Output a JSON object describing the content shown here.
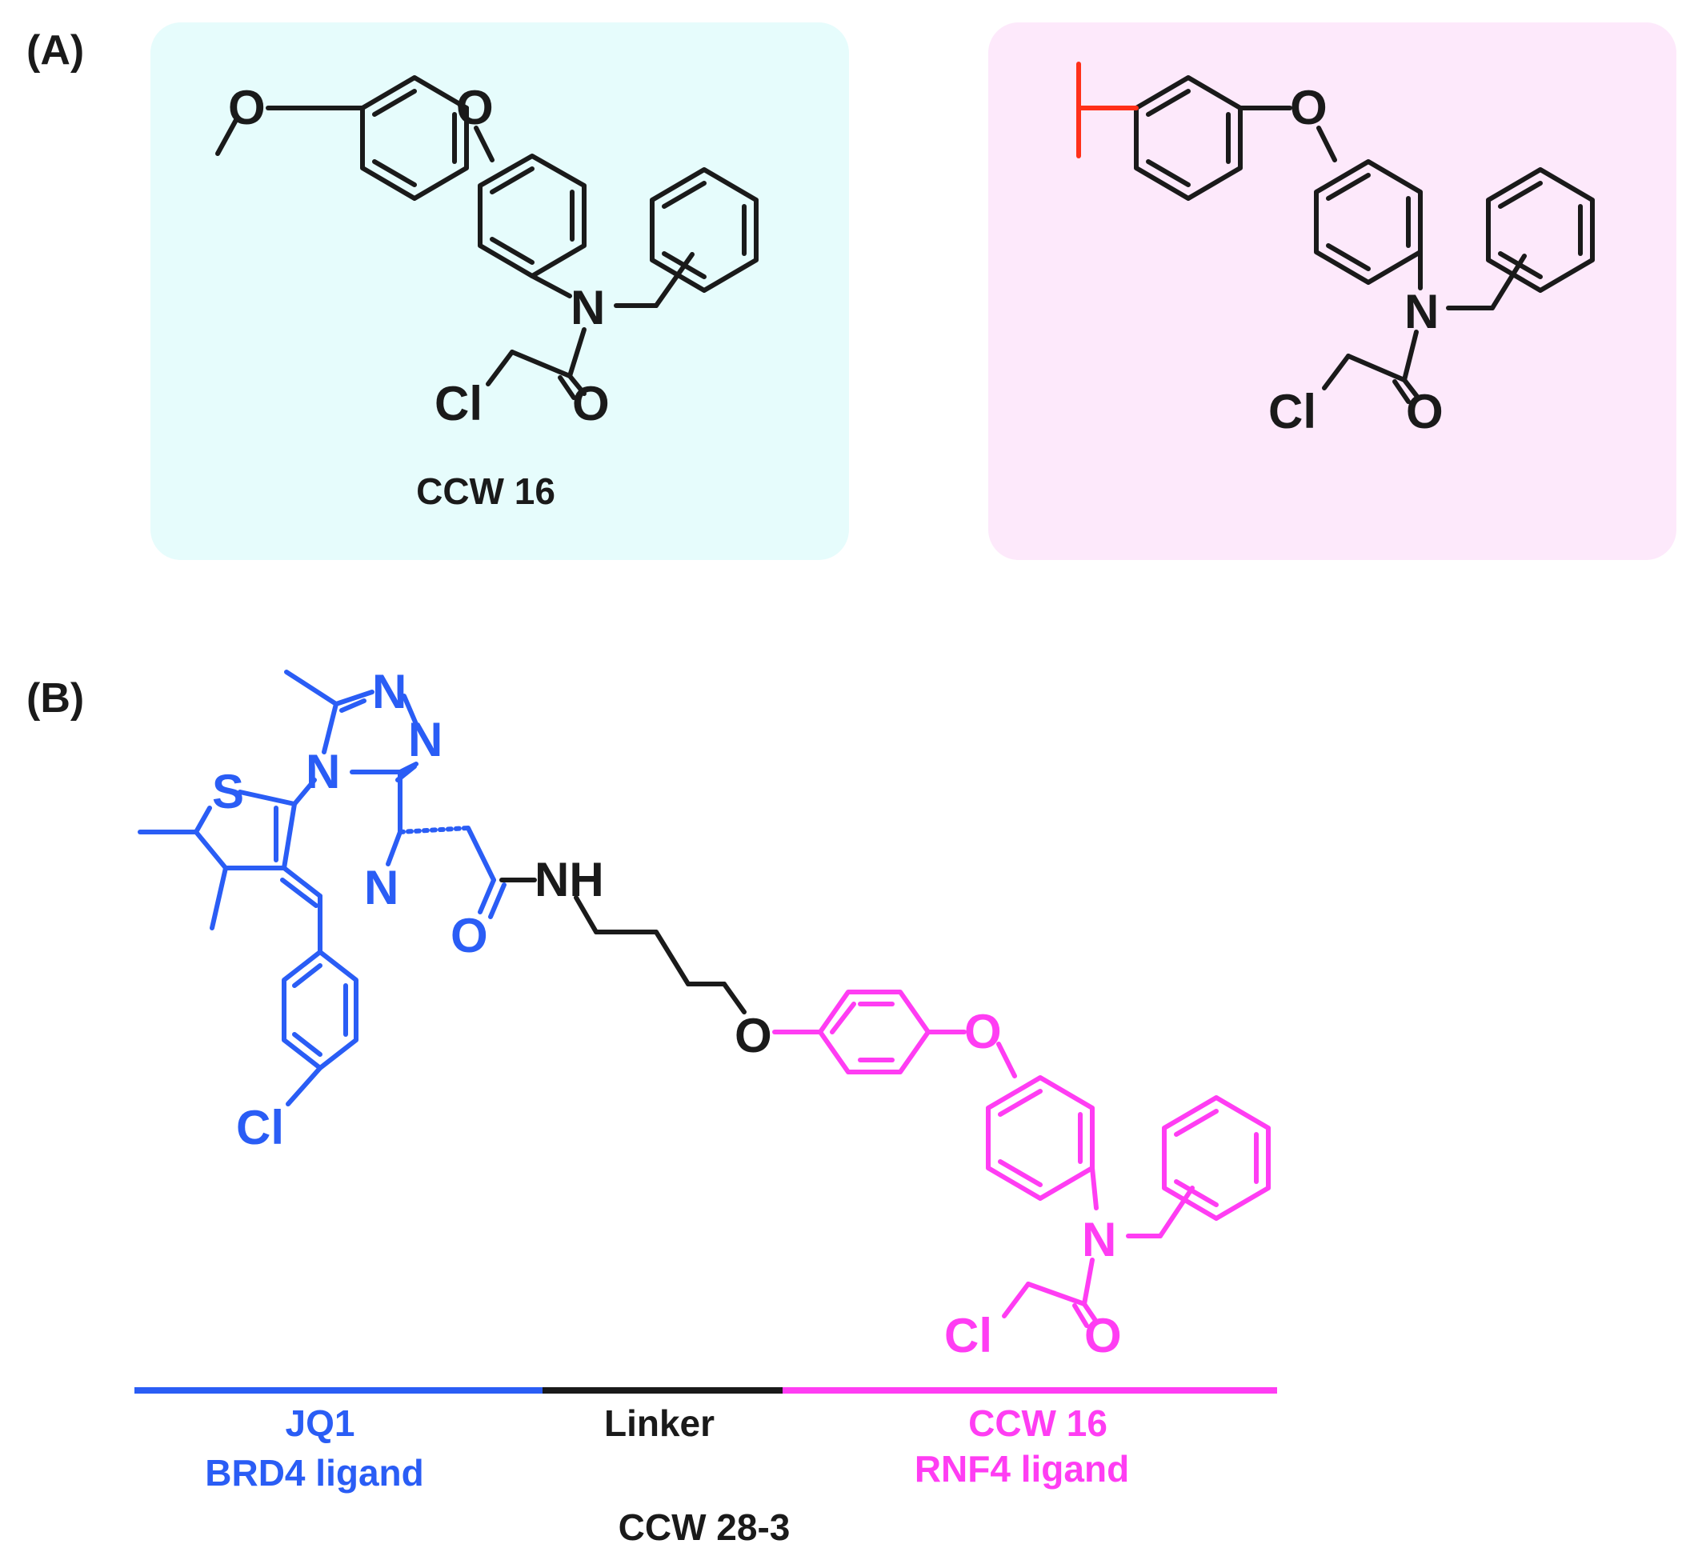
{
  "colors": {
    "panel_a_left_bg": "#e6fcfc",
    "panel_a_right_bg": "#fde9fb",
    "black": "#1a1a1a",
    "blue": "#2a5df5",
    "magenta": "#ff3df3",
    "red": "#ff3019"
  },
  "panel_a": {
    "label": "(A)",
    "left_caption": "CCW 16",
    "atoms": {
      "O": "O",
      "N": "N",
      "Cl": "Cl"
    }
  },
  "panel_b": {
    "label": "(B)",
    "atoms": {
      "N": "N",
      "S": "S",
      "O": "O",
      "Cl": "Cl",
      "NH": "NH"
    },
    "segments": [
      {
        "name": "JQ1",
        "subtitle": "BRD4 ligand",
        "color": "#2a5df5"
      },
      {
        "name": "Linker",
        "subtitle": "",
        "color": "#1a1a1a"
      },
      {
        "name": "CCW 16",
        "subtitle": "RNF4 ligand",
        "color": "#ff3df3"
      }
    ],
    "caption": "CCW 28-3"
  }
}
